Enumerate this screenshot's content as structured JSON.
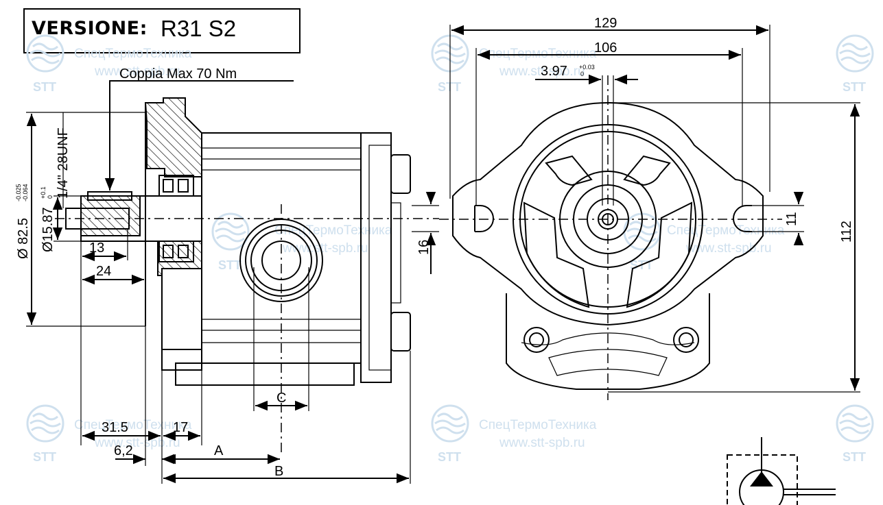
{
  "title": {
    "label": "VERSIONE:",
    "value": "R31 S2"
  },
  "torque_note": "Coppia Max 70 Nm",
  "dimensions": {
    "d_flange": "Ø 82.5",
    "d_flange_tol_upper": "-0.025",
    "d_flange_tol_lower": "-0.064",
    "d_shaft": "Ø15.87",
    "d_shaft_tol_upper": "+0.1",
    "d_shaft_tol_lower": "0",
    "thread": "1/4\" 28UNF",
    "l_13": "13",
    "l_24": "24",
    "l_31_5": "31.5",
    "l_6_2": "6,2",
    "l_17": "17",
    "label_a": "A",
    "label_b": "B",
    "label_c": "C",
    "h_16": "16",
    "w_129": "129",
    "w_106": "106",
    "key_width": "3.97",
    "key_tol_upper": "+0.03",
    "key_tol_lower": "0",
    "slot_11": "11",
    "h_112": "112"
  },
  "watermark": {
    "company": "СпецТермоТехника",
    "url": "www.stt-spb.ru",
    "logo": "STT"
  },
  "colors": {
    "ink": "#000000",
    "watermark": "#cfe0ee",
    "background": "#ffffff"
  }
}
